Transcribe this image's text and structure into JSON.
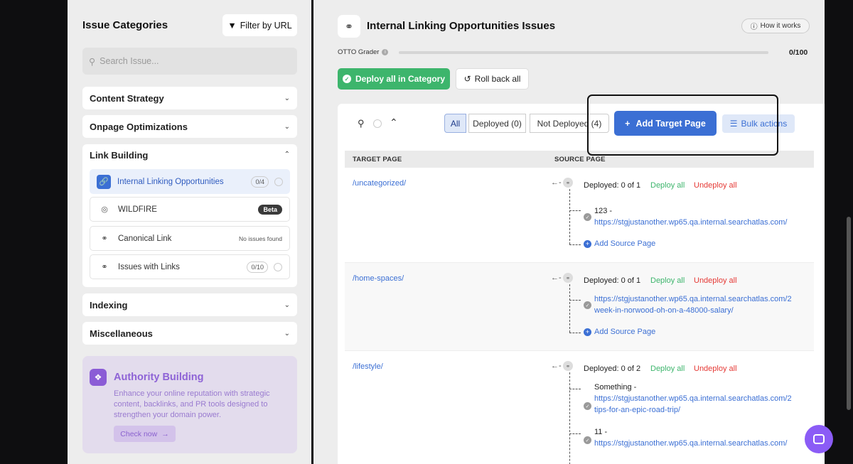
{
  "sidebar": {
    "title": "Issue Categories",
    "filter_label": "Filter by URL",
    "search_placeholder": "Search Issue...",
    "categories": [
      {
        "label": "Content Strategy"
      },
      {
        "label": "Onpage Optimizations"
      },
      {
        "label": "Link Building"
      },
      {
        "label": "Indexing"
      },
      {
        "label": "Miscellaneous"
      }
    ],
    "link_building_items": [
      {
        "label": "Internal Linking Opportunities",
        "badge": "0/4"
      },
      {
        "label": "WILDFIRE",
        "badge": "Beta"
      },
      {
        "label": "Canonical Link",
        "badge": "No issues found"
      },
      {
        "label": "Issues with Links",
        "badge": "0/10"
      }
    ],
    "authority": {
      "title": "Authority Building",
      "text": "Enhance your online reputation with strategic content, backlinks, and PR tools designed to strengthen your domain power.",
      "cta": "Check now"
    }
  },
  "main": {
    "title": "Internal Linking Opportunities Issues",
    "how_it_works": "How it works",
    "grader_label": "OTTO Grader",
    "grader_value": "0/100",
    "grader_progress": 0,
    "deploy_all": "Deploy all in Category",
    "roll_back": "Roll back all",
    "filters": {
      "all": "All",
      "deployed": "Deployed (0)",
      "not_deployed": "Not Deployed (4)"
    },
    "add_target": "Add Target Page",
    "bulk_actions": "Bulk actions",
    "columns": {
      "target": "TARGET PAGE",
      "source": "SOURCE PAGE"
    },
    "rows": [
      {
        "target": "/uncategorized/",
        "status": "Deployed: 0 of 1",
        "sources": [
          {
            "line1": "123 -",
            "line2": "https://stgjustanother.wp65.qa.internal.searchatlas.com/"
          }
        ]
      },
      {
        "target": "/home-spaces/",
        "status": "Deployed: 0 of 1",
        "sources": [
          {
            "line1": "https://stgjustanother.wp65.qa.internal.searchatlas.com/2",
            "line2": "week-in-norwood-oh-on-a-48000-salary/"
          }
        ]
      },
      {
        "target": "/lifestyle/",
        "status": "Deployed: 0 of 2",
        "sources": [
          {
            "line1": "Something -",
            "line2": "https://stgjustanother.wp65.qa.internal.searchatlas.com/2",
            "line3": "tips-for-an-epic-road-trip/"
          },
          {
            "line1": "11 -",
            "line2": "https://stgjustanother.wp65.qa.internal.searchatlas.com/"
          }
        ]
      }
    ],
    "deploy_all_link": "Deploy all",
    "undeploy_all_link": "Undeploy all",
    "add_source": "Add Source Page"
  },
  "colors": {
    "accent": "#3b6fd4",
    "success": "#3db56c",
    "danger": "#e53935",
    "purple": "#8b5cd6"
  }
}
